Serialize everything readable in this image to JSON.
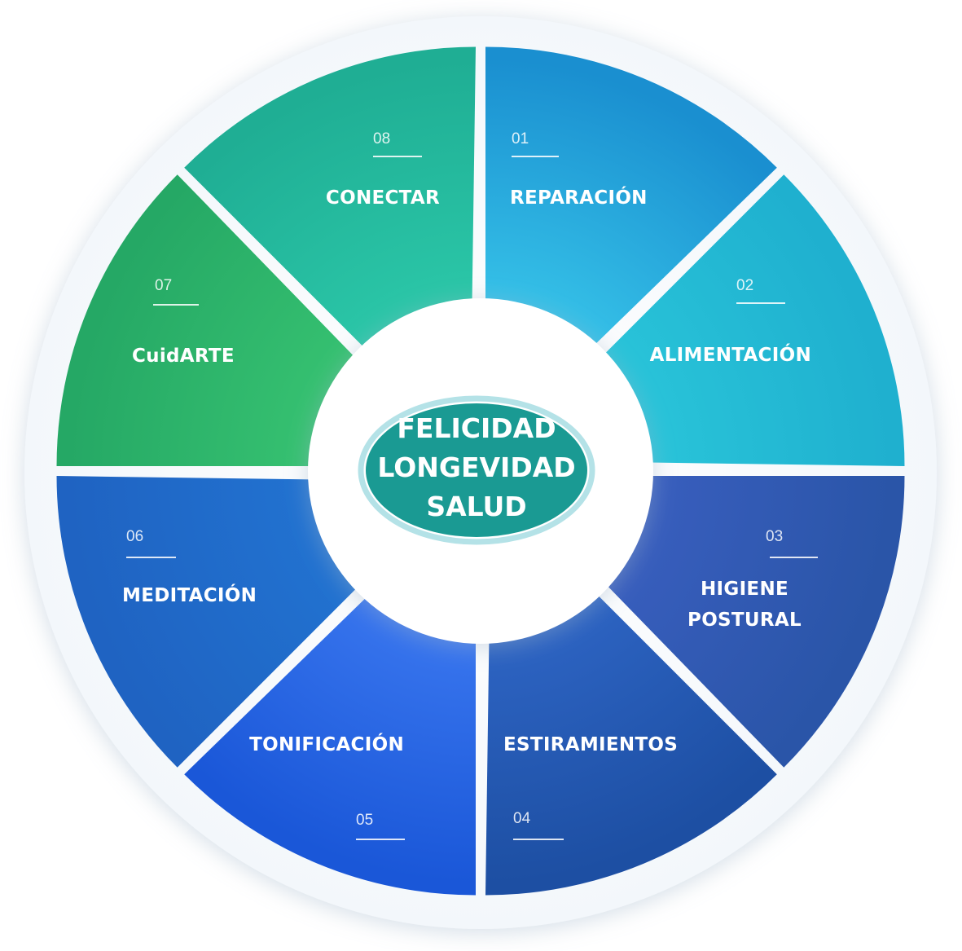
{
  "center": {
    "lines": [
      "FELICIDAD",
      "LONGEVIDAD",
      "SALUD"
    ],
    "fill_color": "#1a9a93",
    "ring_color": "#b4e2e7"
  },
  "segments": [
    {
      "number": "01",
      "label_lines": [
        "REPARACIÓN"
      ],
      "color_outer": "#1a8fd0",
      "color_inner": "#38c6ea"
    },
    {
      "number": "02",
      "label_lines": [
        "ALIMENTACIÓN"
      ],
      "color_outer": "#1fb0cf",
      "color_inner": "#2ac6da"
    },
    {
      "number": "03",
      "label_lines": [
        "HIGIENE",
        "POSTURAL"
      ],
      "color_outer": "#2a55a8",
      "color_inner": "#3a5fc0"
    },
    {
      "number": "04",
      "label_lines": [
        "ESTIRAMIENTOS"
      ],
      "color_outer": "#1d4fa3",
      "color_inner": "#2f66c6"
    },
    {
      "number": "05",
      "label_lines": [
        "TONIFICACIÓN"
      ],
      "color_outer": "#1a57d8",
      "color_inner": "#3b78f0"
    },
    {
      "number": "06",
      "label_lines": [
        "MEDITACIÓN"
      ],
      "color_outer": "#1f63c2",
      "color_inner": "#2274d2"
    },
    {
      "number": "07",
      "label_lines": [
        "CuidARTE"
      ],
      "color_outer": "#25a865",
      "color_inner": "#38c472"
    },
    {
      "number": "08",
      "label_lines": [
        "CONECTAR"
      ],
      "color_outer": "#1fae94",
      "color_inner": "#2cc9aa"
    }
  ]
}
